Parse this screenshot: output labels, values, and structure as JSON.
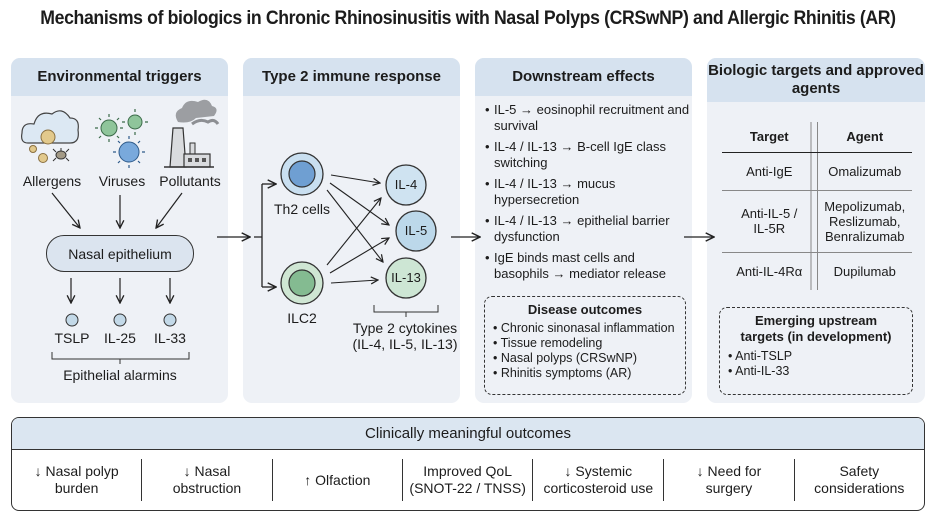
{
  "title": "Mechanisms of biologics in Chronic Rhinosinusitis with Nasal Polyps (CRSwNP) and Allergic Rhinitis (AR)",
  "panels": {
    "triggers": {
      "heading": "Environmental triggers",
      "items": [
        {
          "label": "Allergens",
          "icon": "allergen-cloud-icon"
        },
        {
          "label": "Viruses",
          "icon": "virus-icon"
        },
        {
          "label": "Pollutants",
          "icon": "factory-icon"
        }
      ],
      "epithelium": "Nasal epithelium",
      "alarmins": [
        "TSLP",
        "IL-25",
        "IL-33"
      ],
      "alarmins_label": "Epithelial alarmins"
    },
    "immune": {
      "heading": "Type 2 immune response",
      "cells": [
        "Th2 cells",
        "ILC2"
      ],
      "cytokines": [
        "IL-4",
        "IL-5",
        "IL-13"
      ],
      "cytokines_label": "Type 2 cytokines",
      "cytokines_sub": "(IL-4, IL-5, IL-13)"
    },
    "downstream": {
      "heading": "Downstream effects",
      "effects": [
        "IL-5 → eosinophil recruitment and survival",
        "IL-4 / IL-13 → B-cell IgE class switching",
        "IL-4 / IL-13 → mucus hypersecretion",
        "IL-4 / IL-13 → epithelial barrier dysfunction",
        "IgE binds mast cells and basophils → mediator release"
      ],
      "disease_title": "Disease outcomes",
      "disease_items": [
        "Chronic sinonasal inflammation",
        "Tissue remodeling",
        "Nasal polyps (CRSwNP)",
        "Rhinitis symptoms (AR)"
      ]
    },
    "biologics": {
      "heading": "Biologic targets and approved agents",
      "columns": [
        "Target",
        "Agent"
      ],
      "rows": [
        {
          "target": "Anti-IgE",
          "agent": "Omalizumab"
        },
        {
          "target": "Anti-IL-5 / IL-5R",
          "agent": "Mepolizumab, Reslizumab, Benralizumab"
        },
        {
          "target": "Anti-IL-4Rα",
          "agent": "Dupilumab"
        }
      ],
      "emerging_title": "Emerging upstream targets (in development)",
      "emerging_items": [
        "Anti-TSLP",
        "Anti-IL-33"
      ]
    }
  },
  "outcomes": {
    "heading": "Clinically meaningful outcomes",
    "items": [
      "↓ Nasal polyp burden",
      "↓ Nasal obstruction",
      "↑ Olfaction",
      "Improved QoL (SNOT-22 / TNSS)",
      "↓ Systemic corticosteroid use",
      "↓ Need for surgery",
      "Safety considerations"
    ]
  },
  "colors": {
    "panel_bg": "#eef1f6",
    "panel_header": "#d6e2ef",
    "th2_fill": "#c9dff0",
    "th2_core": "#6f9fd2",
    "ilc2_fill": "#cfe6d3",
    "ilc2_core": "#84bb91",
    "il4_fill": "#cfe3f1",
    "il5_fill": "#bcd8ea",
    "il13_fill": "#cde6d4",
    "alarmin_fill": "#c3d9e8"
  }
}
